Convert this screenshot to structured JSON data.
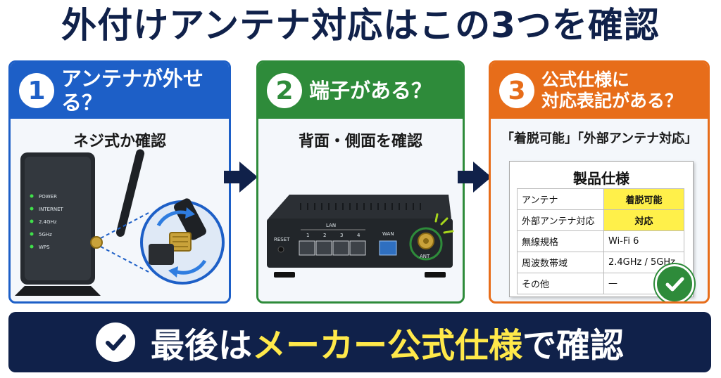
{
  "title": "外付けアンテナ対応はこの3つを確認",
  "cards": [
    {
      "number": "1",
      "heading": "アンテナが外せる？",
      "subtitle": "ネジ式か確認",
      "leds": [
        "POWER",
        "INTERNET",
        "2.4GHz",
        "5GHz",
        "WPS"
      ]
    },
    {
      "number": "2",
      "heading": "端子がある？",
      "subtitle": "背面・側面を確認",
      "ports": {
        "reset": "RESET",
        "lan_group": "LAN",
        "lan": [
          "1",
          "2",
          "3",
          "4"
        ],
        "wan": "WAN",
        "ant": "ANT"
      }
    },
    {
      "number": "3",
      "heading_line1": "公式仕様に",
      "heading_line2": "対応表記がある？",
      "subtitle": "「着脱可能」「外部アンテナ対応」",
      "spec": {
        "title": "製品仕様",
        "rows": [
          {
            "label": "アンテナ",
            "value": "着脱可能"
          },
          {
            "label": "外部アンテナ対応",
            "value": "対応"
          },
          {
            "label": "無線規格",
            "value": "Wi-Fi 6"
          },
          {
            "label": "周波数帯域",
            "value": "2.4GHz / 5GHz"
          },
          {
            "label": "その他",
            "value": "—"
          }
        ]
      }
    }
  ],
  "bottom": {
    "prefix": "最後は",
    "highlight": "メーカー公式仕様",
    "suffix": "で確認"
  },
  "colors": {
    "navy": "#10214a",
    "blue": "#1d5fc7",
    "green": "#2e8b3a",
    "orange": "#e76d1a",
    "yellow": "#ffe94a",
    "red": "#d61b1b"
  }
}
